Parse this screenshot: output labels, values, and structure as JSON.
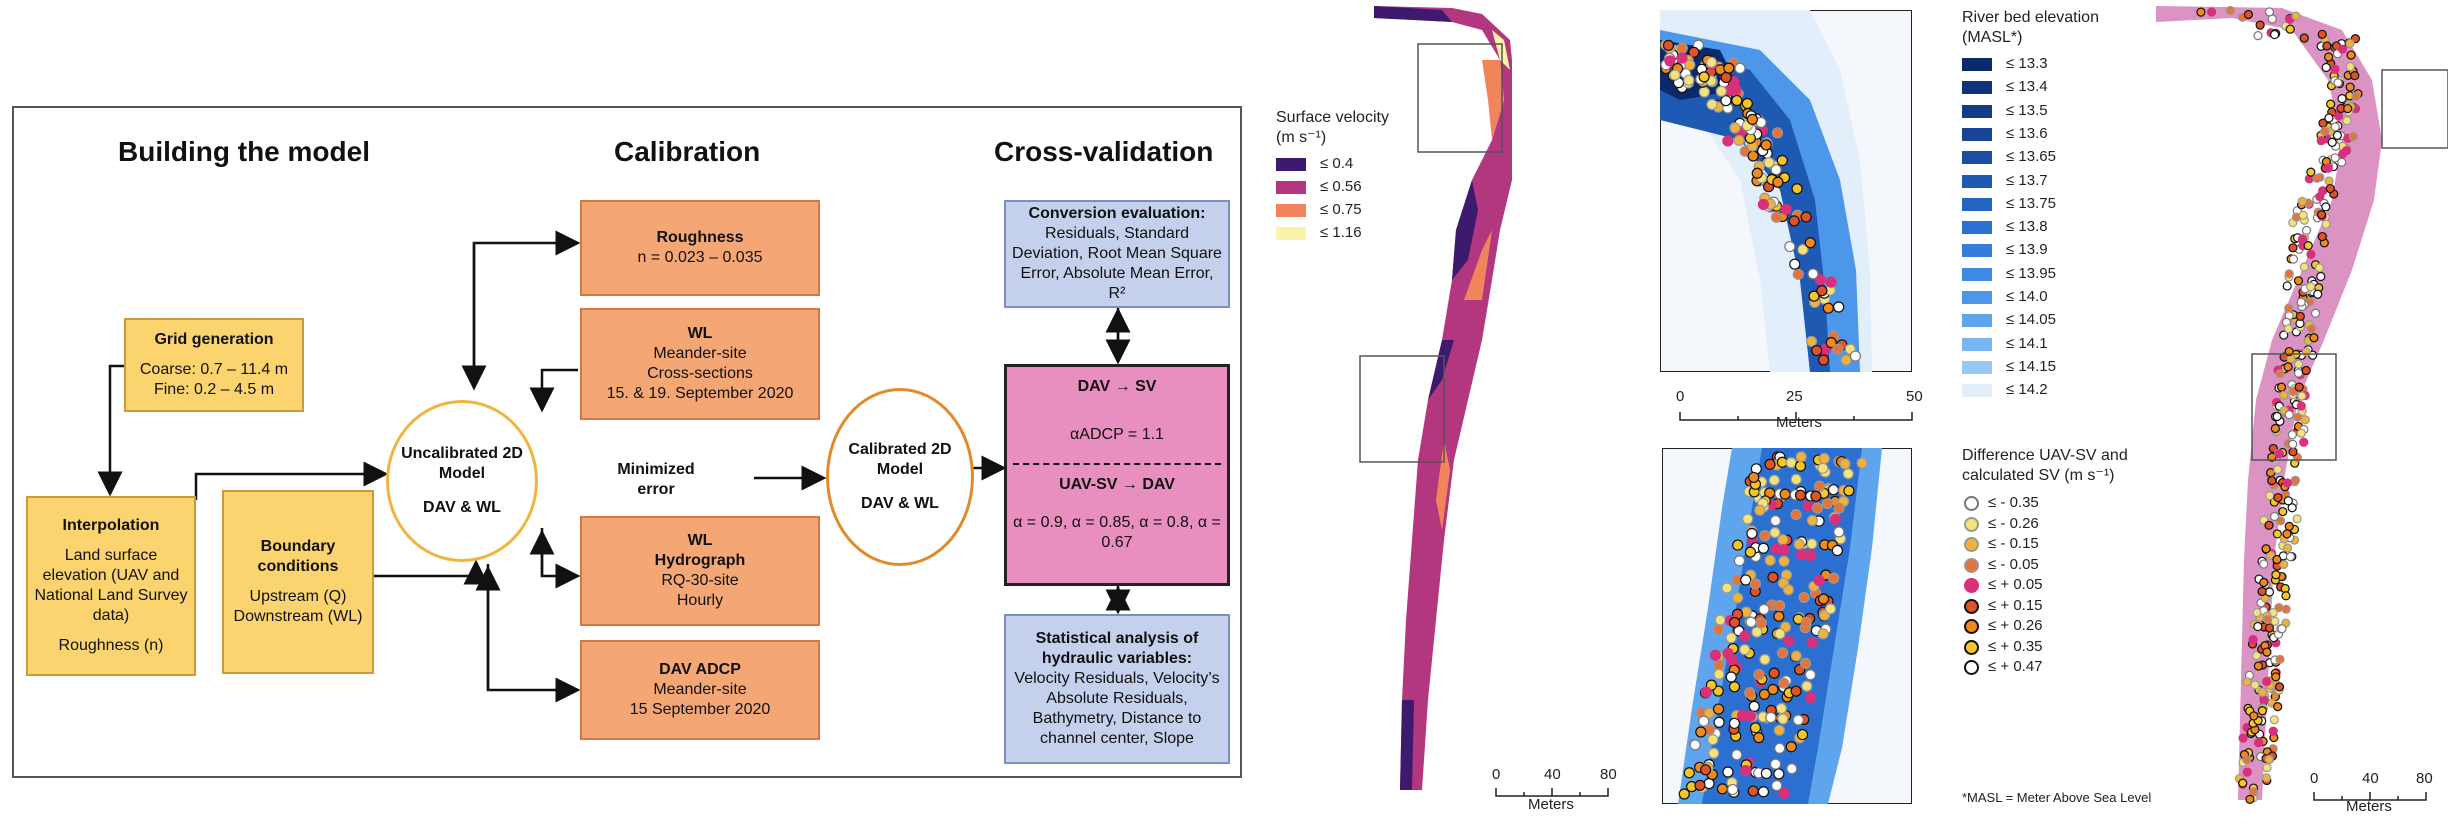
{
  "flowchart": {
    "headings": {
      "building": "Building the model",
      "calibration": "Calibration",
      "cross_validation": "Cross-validation"
    },
    "grid_generation": {
      "title": "Grid generation",
      "lines": [
        "Coarse: 0.7 – 11.4 m",
        "Fine: 0.2 – 4.5 m"
      ]
    },
    "interpolation": {
      "title": "Interpolation",
      "lines": [
        "Land surface elevation (UAV and National Land Survey data)",
        "Roughness (n)"
      ]
    },
    "boundary": {
      "title": "Boundary conditions",
      "lines": [
        "Upstream (Q)",
        "Downstream (WL)"
      ]
    },
    "uncalibrated": {
      "title": "Uncalibrated 2D Model",
      "sub": "DAV & WL"
    },
    "minimized_error": "Minimized error",
    "calibrated": {
      "title": "Calibrated 2D Model",
      "sub": "DAV & WL"
    },
    "roughness": {
      "title": "Roughness",
      "line": "n = 0.023 – 0.035"
    },
    "wl_meander": {
      "title": "WL",
      "lines": [
        "Meander-site",
        "Cross-sections",
        "15. & 19. September 2020"
      ]
    },
    "wl_hydrograph": {
      "title": "WL",
      "subtitle": "Hydrograph",
      "lines": [
        "RQ-30-site",
        "Hourly"
      ]
    },
    "dav_adcp": {
      "title": "DAV ADCP",
      "lines": [
        "Meander-site",
        "15 September 2020"
      ]
    },
    "conversion": {
      "title": "Conversion evaluation:",
      "text": "Residuals, Standard Deviation, Root Mean Square Error, Absolute Mean Error, R²"
    },
    "dav_sv": {
      "title": "DAV → SV",
      "alpha": "αADCP = 1.1"
    },
    "uav_dav": {
      "title": "UAV-SV → DAV",
      "alphas": "α = 0.9, α = 0.85, α = 0.8, α = 0.67"
    },
    "statistical": {
      "title": "Statistical analysis of hydraulic variables:",
      "text": "Velocity Residuals, Velocity’s Absolute Residuals, Bathymetry, Distance to channel center, Slope"
    }
  },
  "maps": {
    "surface_velocity": {
      "title": "Surface velocity",
      "unit": "(m s⁻¹)",
      "classes": [
        {
          "label": "≤ 0.4",
          "color": "#3d1a6e"
        },
        {
          "label": "≤ 0.56",
          "color": "#b2377f"
        },
        {
          "label": "≤ 0.75",
          "color": "#f2845c"
        },
        {
          "label": "≤ 1.16",
          "color": "#fbf4a6"
        }
      ]
    },
    "riverbed": {
      "title": "River bed elevation",
      "unit": "(MASL*)",
      "classes": [
        {
          "label": "≤ 13.3",
          "color": "#0b2a6b"
        },
        {
          "label": "≤ 13.4",
          "color": "#0f3278"
        },
        {
          "label": "≤ 13.5",
          "color": "#133b86"
        },
        {
          "label": "≤ 13.6",
          "color": "#174494"
        },
        {
          "label": "≤ 13.65",
          "color": "#1a4ea3"
        },
        {
          "label": "≤ 13.7",
          "color": "#1e59b3"
        },
        {
          "label": "≤ 13.75",
          "color": "#2364c2"
        },
        {
          "label": "≤ 13.8",
          "color": "#2b70d0"
        },
        {
          "label": "≤ 13.9",
          "color": "#347ddb"
        },
        {
          "label": "≤ 13.95",
          "color": "#3f8ae3"
        },
        {
          "label": "≤ 14.0",
          "color": "#4c97e9"
        },
        {
          "label": "≤ 14.05",
          "color": "#5fa5ee"
        },
        {
          "label": "≤ 14.1",
          "color": "#78b5f2"
        },
        {
          "label": "≤ 14.15",
          "color": "#98c8f6"
        },
        {
          "label": "≤ 14.2",
          "color": "#e3eefb"
        }
      ]
    },
    "difference": {
      "title": "Difference UAV-SV and",
      "title2": "calculated SV (m s⁻¹)",
      "classes": [
        {
          "label": "≤ - 0.35",
          "color": "#ffffff",
          "border": "#777777"
        },
        {
          "label": "≤ - 0.26",
          "color": "#f6e27a",
          "border": "#999999"
        },
        {
          "label": "≤ - 0.15",
          "color": "#f0b23a",
          "border": "#999999"
        },
        {
          "label": "≤ - 0.05",
          "color": "#e5733a",
          "border": "#999999"
        },
        {
          "label": "≤ + 0.05",
          "color": "#d8307a",
          "border": "#d8307a"
        },
        {
          "label": "≤ + 0.15",
          "color": "#e0522a",
          "border": "#111111"
        },
        {
          "label": "≤ + 0.26",
          "color": "#f08a1c",
          "border": "#111111"
        },
        {
          "label": "≤ + 0.35",
          "color": "#f5c52a",
          "border": "#111111"
        },
        {
          "label": "≤ + 0.47",
          "color": "#ffffff",
          "border": "#111111"
        }
      ]
    },
    "scale_left": {
      "ticks": [
        "0",
        "40",
        "80"
      ],
      "unit": "Meters"
    },
    "scale_inset": {
      "ticks": [
        "0",
        "25",
        "50"
      ],
      "unit": "Meters"
    },
    "scale_right": {
      "ticks": [
        "0",
        "40",
        "80"
      ],
      "unit": "Meters"
    },
    "footnote": "*MASL = Meter Above Sea Level"
  }
}
